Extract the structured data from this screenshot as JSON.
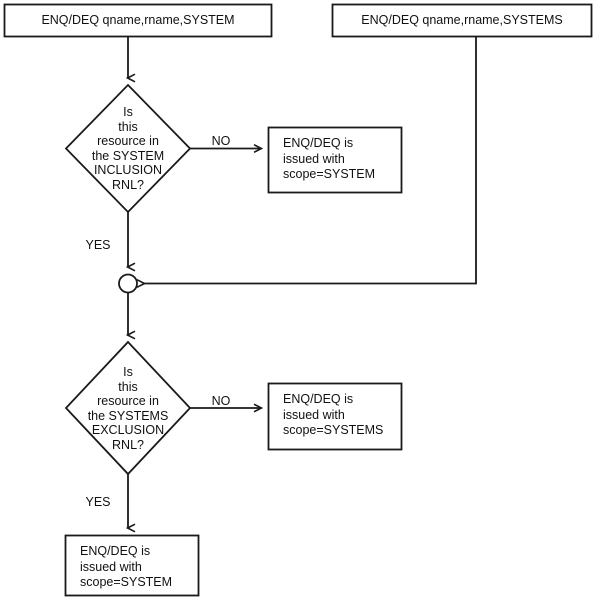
{
  "diagram": {
    "title": "ENQ/DEQ scope resolution flowchart",
    "stroke_color": "#1a1a1a",
    "fill_color": "#ffffff",
    "text_color": "#111111"
  },
  "nodes": {
    "start_system": {
      "type": "terminal",
      "text": "ENQ/DEQ qname,rname,SYSTEM"
    },
    "start_systems": {
      "type": "terminal",
      "text": "ENQ/DEQ qname,rname,SYSTEMS"
    },
    "decision_inclusion": {
      "type": "decision",
      "text": "Is\nthis\nresource in\nthe SYSTEM\nINCLUSION\nRNL?"
    },
    "process_scope_system_top": {
      "type": "process",
      "text": "ENQ/DEQ is\nissued with\nscope=SYSTEM"
    },
    "merge_junction": {
      "type": "connector",
      "text": ""
    },
    "decision_exclusion": {
      "type": "decision",
      "text": "Is\nthis\nresource in\nthe SYSTEMS\nEXCLUSION\nRNL?"
    },
    "process_scope_systems": {
      "type": "process",
      "text": "ENQ/DEQ is\nissued with\nscope=SYSTEMS"
    },
    "process_scope_system_bottom": {
      "type": "process",
      "text": "ENQ/DEQ is\nissued with\nscope=SYSTEM"
    }
  },
  "edges": {
    "inclusion_no": "NO",
    "inclusion_yes": "YES",
    "exclusion_no": "NO",
    "exclusion_yes": "YES"
  }
}
